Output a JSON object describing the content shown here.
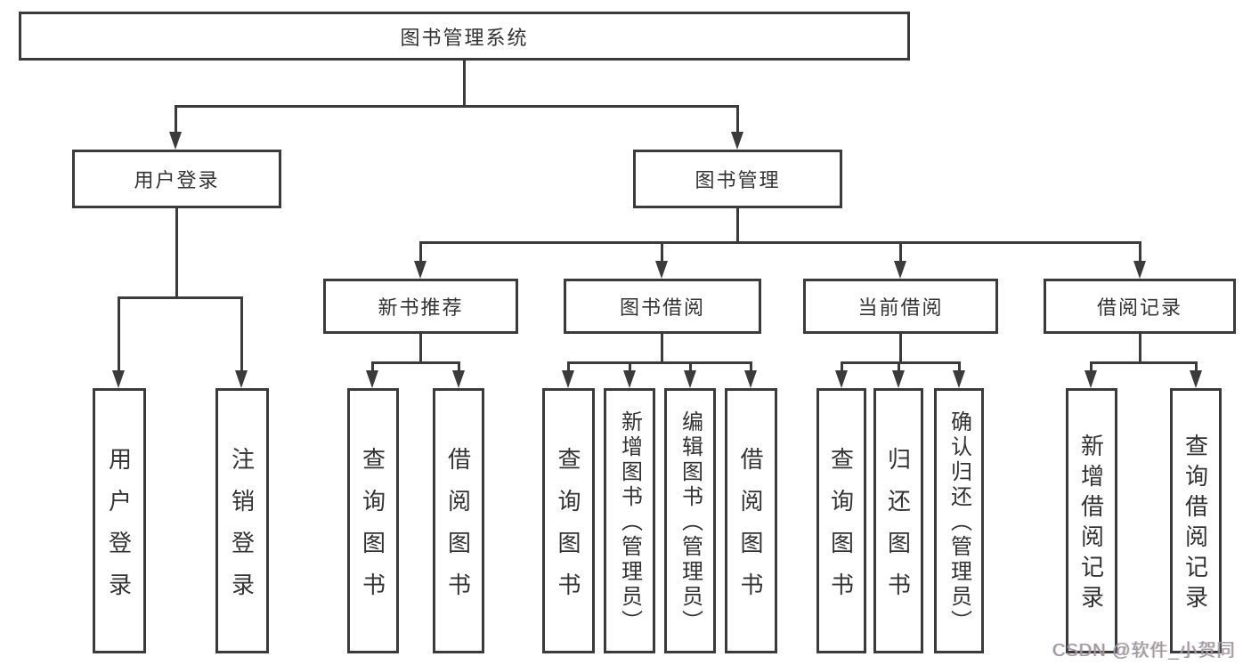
{
  "diagram": {
    "title": "图书管理系统",
    "line_color": "#3b3b3b",
    "background": "#ffffff"
  },
  "root": {
    "label": "图书管理系统"
  },
  "level2": [
    {
      "label": "用户登录"
    },
    {
      "label": "图书管理"
    }
  ],
  "level3": [
    {
      "label": "新书推荐"
    },
    {
      "label": "图书借阅"
    },
    {
      "label": "当前借阅"
    },
    {
      "label": "借阅记录"
    }
  ],
  "leaves": {
    "login": [
      {
        "label": "用户登录"
      },
      {
        "label": "注销登录"
      }
    ],
    "recommend": [
      {
        "label": "查询图书"
      },
      {
        "label": "借阅图书"
      }
    ],
    "borrow": [
      {
        "label": "查询图书"
      },
      {
        "label": "新增图书（管理员）"
      },
      {
        "label": "编辑图书（管理员）"
      },
      {
        "label": "借阅图书"
      }
    ],
    "current": [
      {
        "label": "查询图书"
      },
      {
        "label": "归还图书"
      },
      {
        "label": "确认归还（管理员）"
      }
    ],
    "record": [
      {
        "label": "新增借阅记录"
      },
      {
        "label": "查询借阅记录"
      }
    ]
  },
  "watermark": {
    "text": "CSDN @软件_小贺同学",
    "color": "#9b9b9b"
  }
}
